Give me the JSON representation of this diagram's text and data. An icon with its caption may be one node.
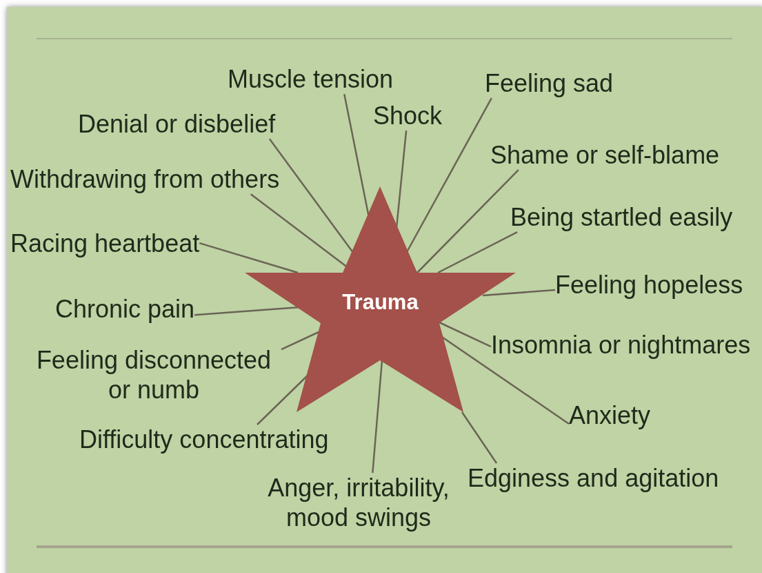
{
  "diagram": {
    "nodes": [
      {
        "text": [
          "Trauma"
        ]
      },
      {
        "text": [
          "Muscle tension"
        ]
      },
      {
        "text": [
          "Shock"
        ]
      },
      {
        "text": [
          "Feeling sad"
        ]
      },
      {
        "text": [
          "Denial or disbelief"
        ]
      },
      {
        "text": [
          "Shame or self-blame"
        ]
      },
      {
        "text": [
          "Withdrawing from others"
        ]
      },
      {
        "text": [
          "Being startled easily"
        ]
      },
      {
        "text": [
          "Racing heartbeat"
        ]
      },
      {
        "text": [
          "Feeling hopeless"
        ]
      },
      {
        "text": [
          "Chronic pain"
        ]
      },
      {
        "text": [
          "Insomnia or nightmares"
        ]
      },
      {
        "text": [
          "Feeling disconnected or numb"
        ]
      },
      {
        "text": [
          "Anxiety"
        ]
      },
      {
        "text": [
          "Difficulty concentrating"
        ]
      },
      {
        "text": [
          "Edginess and agitation"
        ]
      },
      {
        "text": [
          "Anger, irritability, mood swings"
        ]
      }
    ],
    "edges": [
      {
        "from": 0,
        "to": 1,
        "arrow": "none"
      },
      {
        "from": 0,
        "to": 2,
        "arrow": "none"
      },
      {
        "from": 0,
        "to": 3,
        "arrow": "none"
      },
      {
        "from": 0,
        "to": 4,
        "arrow": "none"
      },
      {
        "from": 0,
        "to": 5,
        "arrow": "none"
      },
      {
        "from": 0,
        "to": 6,
        "arrow": "none"
      },
      {
        "from": 0,
        "to": 7,
        "arrow": "none"
      },
      {
        "from": 0,
        "to": 8,
        "arrow": "none"
      },
      {
        "from": 0,
        "to": 9,
        "arrow": "none"
      },
      {
        "from": 0,
        "to": 10,
        "arrow": "none"
      },
      {
        "from": 0,
        "to": 11,
        "arrow": "none"
      },
      {
        "from": 0,
        "to": 12,
        "arrow": "none"
      },
      {
        "from": 0,
        "to": 13,
        "arrow": "none"
      },
      {
        "from": 0,
        "to": 14,
        "arrow": "none"
      },
      {
        "from": 0,
        "to": 15,
        "arrow": "none"
      },
      {
        "from": 0,
        "to": 16,
        "arrow": "none"
      }
    ]
  }
}
